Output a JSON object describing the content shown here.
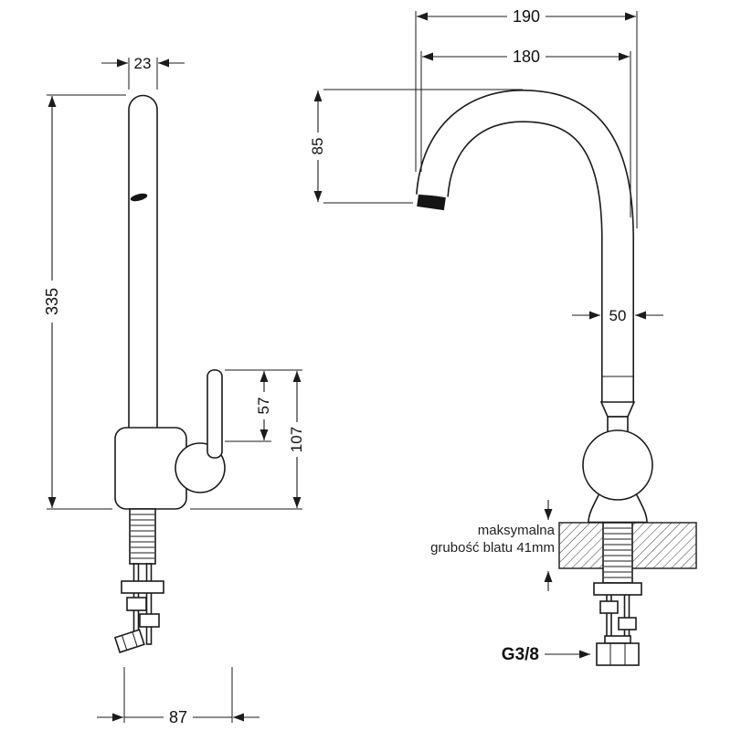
{
  "side_view": {
    "dims": {
      "spout_diameter": "23",
      "total_height": "335",
      "lever_length": "57",
      "handle_height": "107",
      "base_depth": "87"
    }
  },
  "front_view": {
    "dims": {
      "overall_width": "190",
      "spout_reach": "180",
      "spout_drop": "85",
      "body_diameter": "50"
    },
    "counter_note": {
      "line1": "maksymalna",
      "line2": "grubość blatu 41mm"
    },
    "thread_label": "G3/8"
  }
}
